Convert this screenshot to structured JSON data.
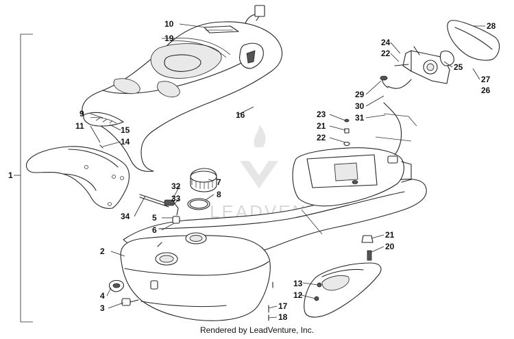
{
  "footer": {
    "text": "Rendered by LeadVenture, Inc."
  },
  "watermark": {
    "text": "LEADVENTURE"
  },
  "callouts": [
    "1",
    "2",
    "3",
    "4",
    "5",
    "6",
    "7",
    "8",
    "9",
    "10",
    "11",
    "12",
    "13",
    "14",
    "15",
    "16",
    "17",
    "18",
    "19",
    "20",
    "21",
    "21",
    "22",
    "22",
    "23",
    "24",
    "25",
    "26",
    "27",
    "28",
    "29",
    "30",
    "31",
    "32",
    "33",
    "34"
  ],
  "colors": {
    "line": "#222222",
    "watermark": "#d8d8d8",
    "background": "#ffffff"
  }
}
